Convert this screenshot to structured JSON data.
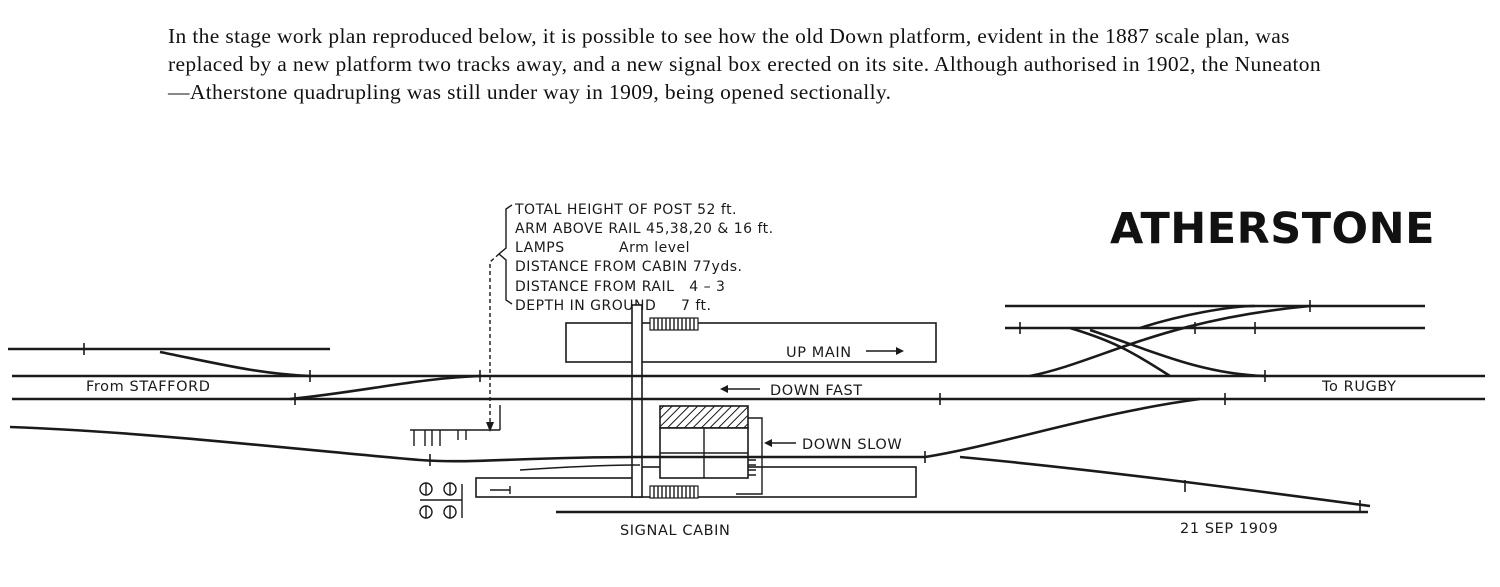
{
  "intro_text": "In the stage work plan reproduced below, it is possible to see how the old Down platform, evident in the 1887 scale plan, was replaced by a new platform two tracks away, and a new signal box erected on its site. Although authorised in 1902, the Nuneaton—Atherstone quadrupling was still under way in 1909, being opened sectionally.",
  "plan": {
    "title": "ATHERSTONE",
    "signal_post_specs": [
      "TOTAL HEIGHT OF POST  52 ft.",
      "ARM ABOVE RAIL  45,38,20 & 16 ft.",
      "LAMPS           Arm level",
      "DISTANCE FROM CABIN  77yds.",
      "DISTANCE FROM RAIL   4 – 3",
      "DEPTH IN GROUND     7 ft."
    ],
    "labels": {
      "from": "From STAFFORD",
      "to": "To RUGBY",
      "up_main": "UP MAIN",
      "down_fast": "DOWN FAST",
      "down_slow": "DOWN SLOW",
      "signal_cabin": "SIGNAL CABIN",
      "date": "21 SEP 1909"
    }
  }
}
